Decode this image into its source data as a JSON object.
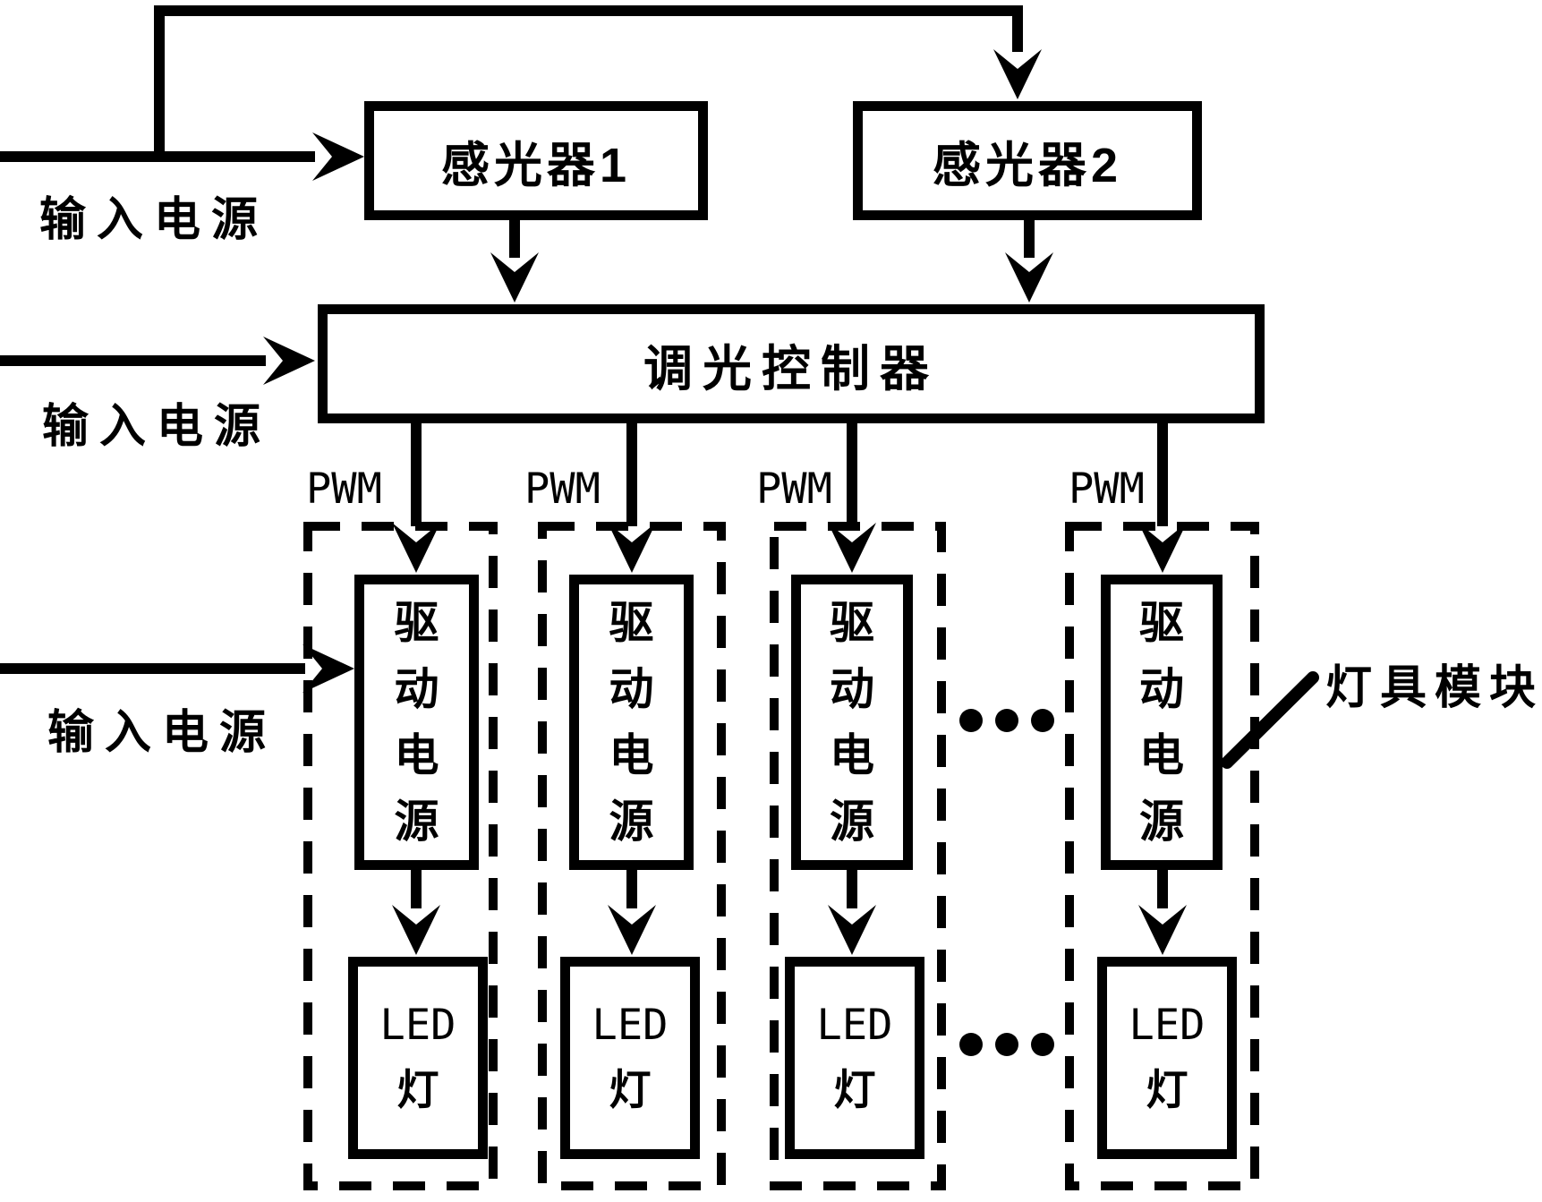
{
  "labels": {
    "input_power": "输入电源",
    "pwm": "PWM",
    "module_callout": "灯具模块"
  },
  "sensors": [
    {
      "label": "感光器1"
    },
    {
      "label": "感光器2"
    }
  ],
  "controller": {
    "label": "调光控制器"
  },
  "module": {
    "driver_chars": [
      "驱",
      "动",
      "电",
      "源"
    ],
    "led_lines": [
      "LED",
      "灯"
    ]
  },
  "colors": {
    "ink": "#000000",
    "background": "#ffffff"
  }
}
